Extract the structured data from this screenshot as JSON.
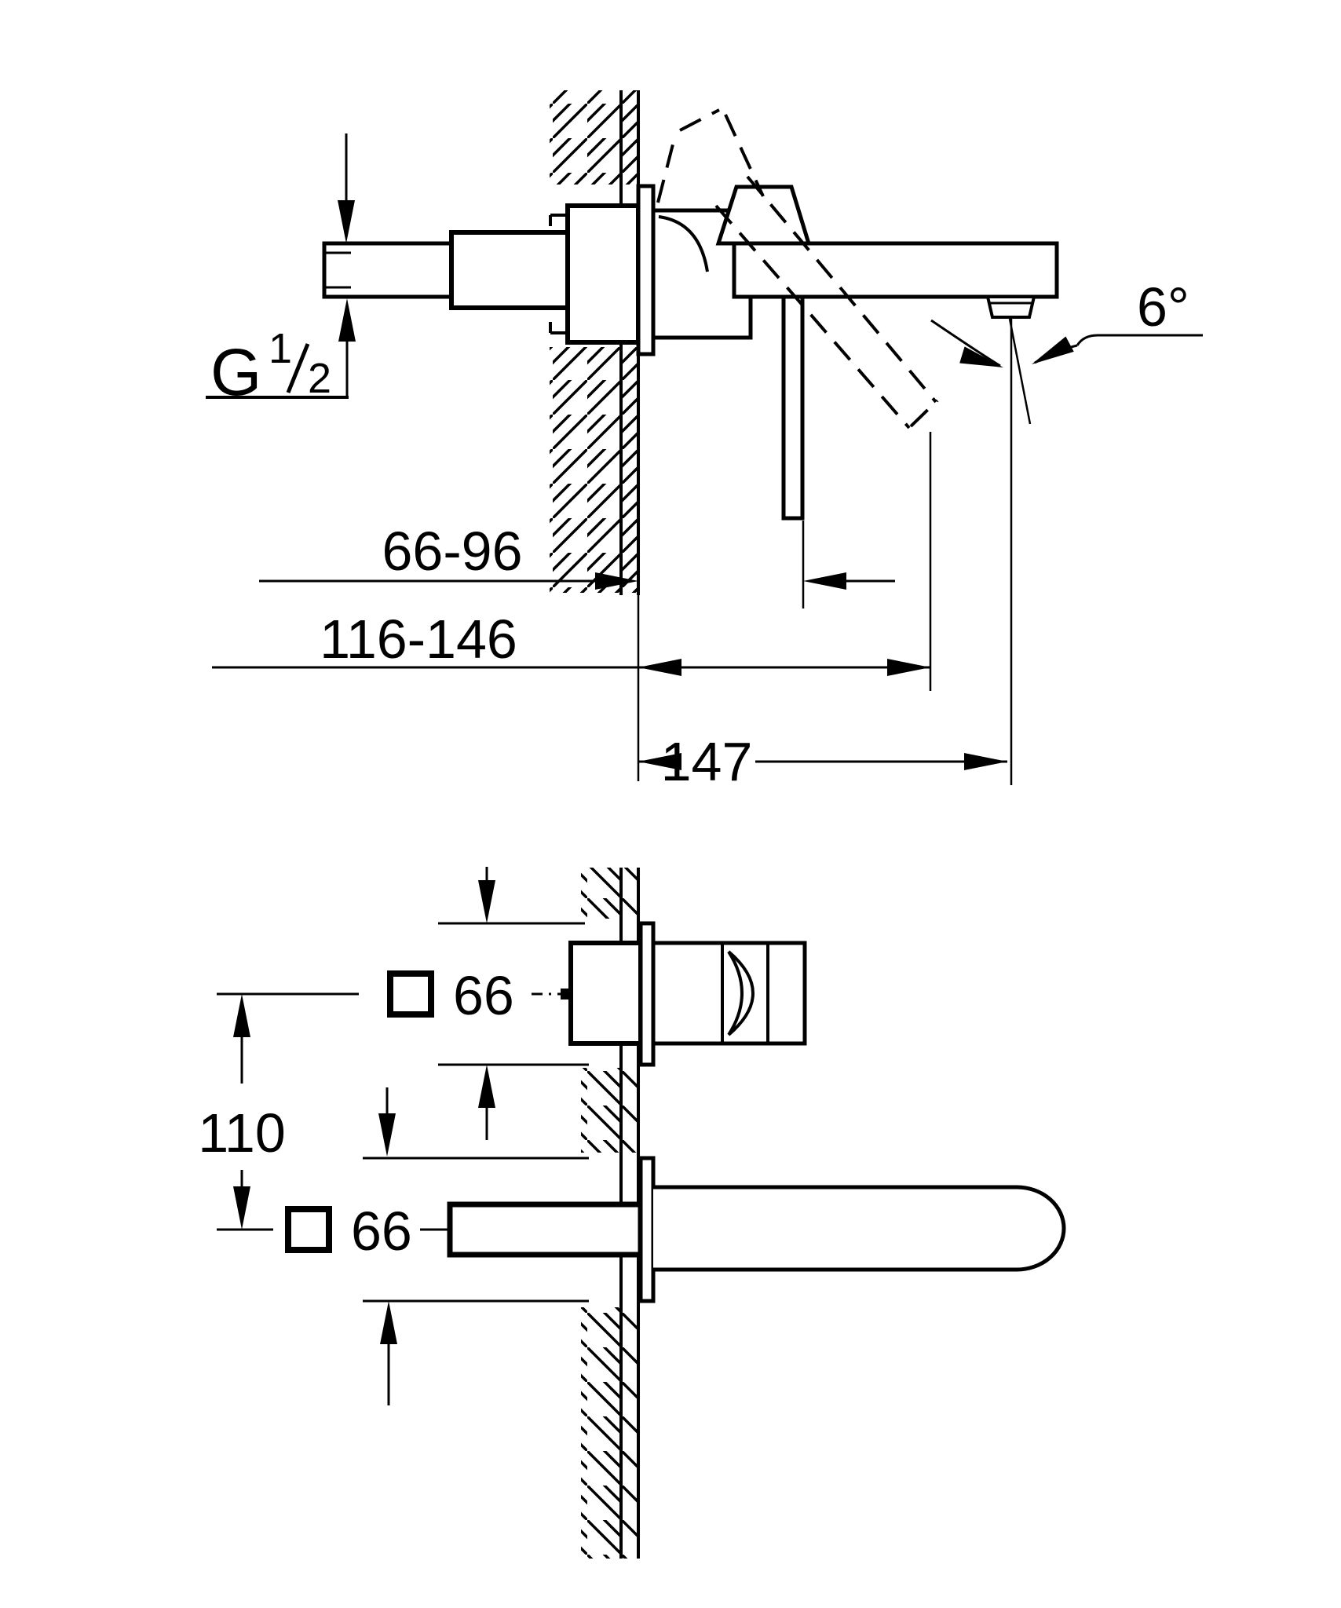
{
  "drawing": {
    "title": "wall-mounted-basin-mixer-installation-diagram",
    "colors": {
      "line": "#000000",
      "background": "#ffffff"
    },
    "labels": {
      "thread": {
        "prefix": "G",
        "numerator": "1",
        "denominator": "2"
      },
      "handle_depth_range": "66-96",
      "spout_depth_range": "116-146",
      "spout_reach": "147",
      "outlet_angle": "6°",
      "center_distance": "110",
      "handle_plate_size": "66",
      "spout_plate_size": "66"
    }
  }
}
